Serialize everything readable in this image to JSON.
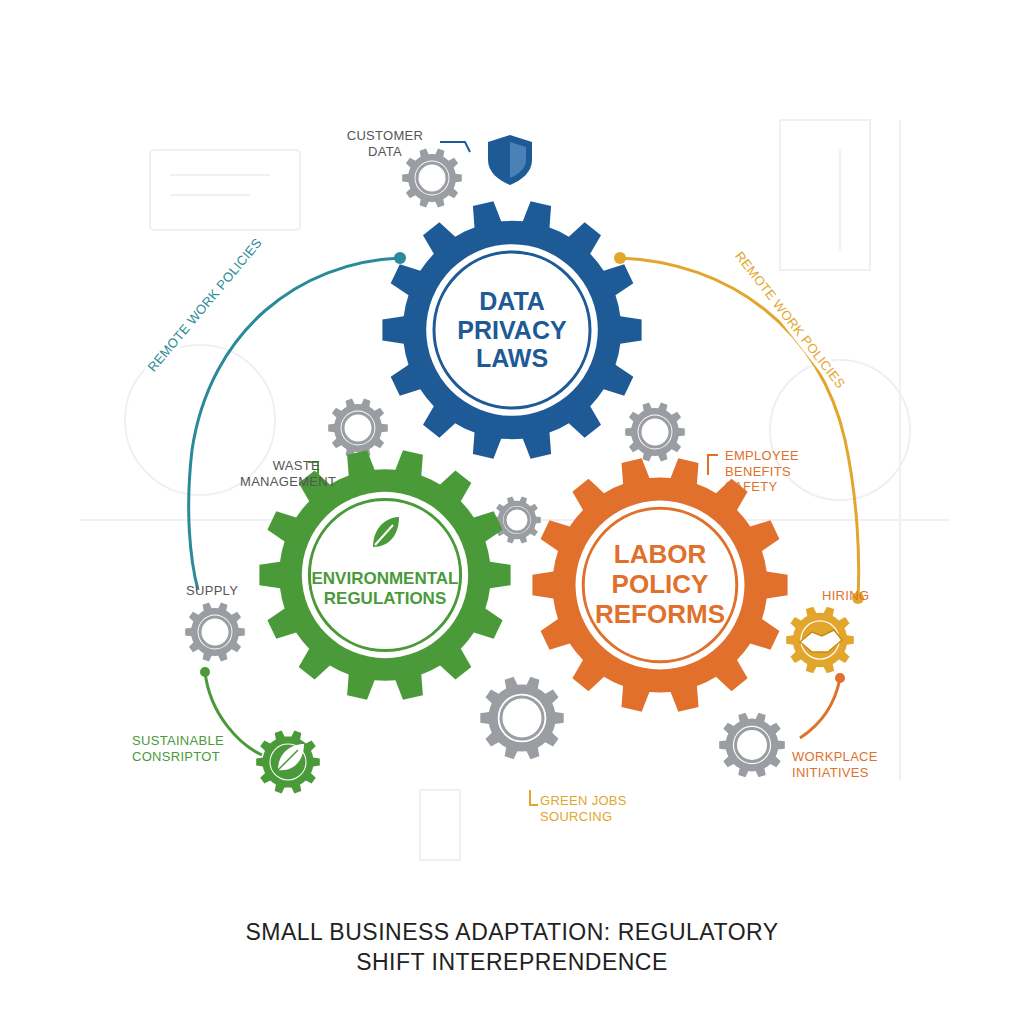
{
  "diagram": {
    "caption": "SMALL BUSINESS ADAPTATION: REGULATORY SHIFT INTEREPRENDENCE",
    "nodes": [
      {
        "text": [
          "DATA PRIVACY LAWS"
        ]
      },
      {
        "text": [
          "ENVIRONMENTAL REGULATIONS"
        ]
      },
      {
        "text": [
          "LABOR POLICY REFORMS"
        ]
      }
    ],
    "labels": [
      "CUSTOMER DATA",
      "REMOTE WORK POLICIES",
      "REMOTE WORK POLICIES",
      "WASTE MANAGEMENT",
      "EMPLOYEE BENEFITS SAFETY",
      "SUPPLY",
      "HIRING",
      "SUSTAINABLE CONSRIPTOT",
      "GREEN JOBS SOURCING",
      "WORKPLACE INITIATIVES"
    ]
  }
}
